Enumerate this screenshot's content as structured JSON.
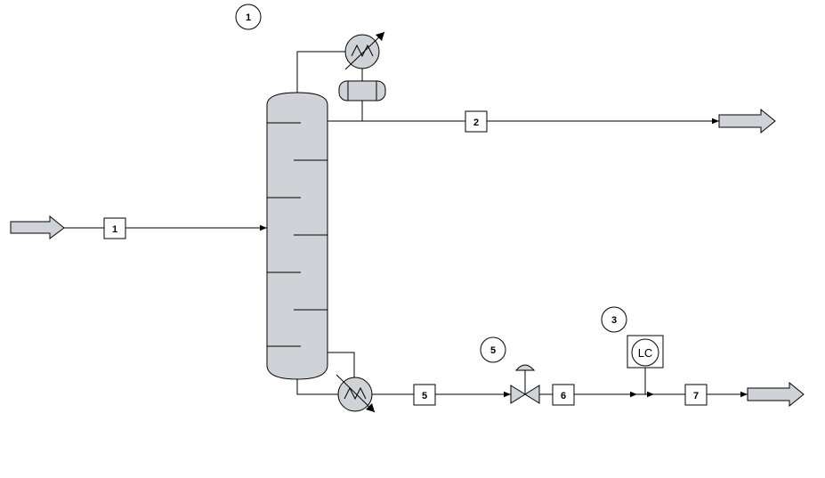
{
  "unit_labels": {
    "column_unit": "1",
    "control_unit": "3",
    "valve_unit": "5"
  },
  "streams": {
    "feed": "1",
    "distillate": "2",
    "bottoms": "5",
    "after_valve": "6",
    "product": "7"
  },
  "controller": {
    "label": "LC"
  },
  "colors": {
    "equipment_fill": "#cfd2d6",
    "arrow_fill": "#bfc3c8",
    "line": "#000000"
  }
}
